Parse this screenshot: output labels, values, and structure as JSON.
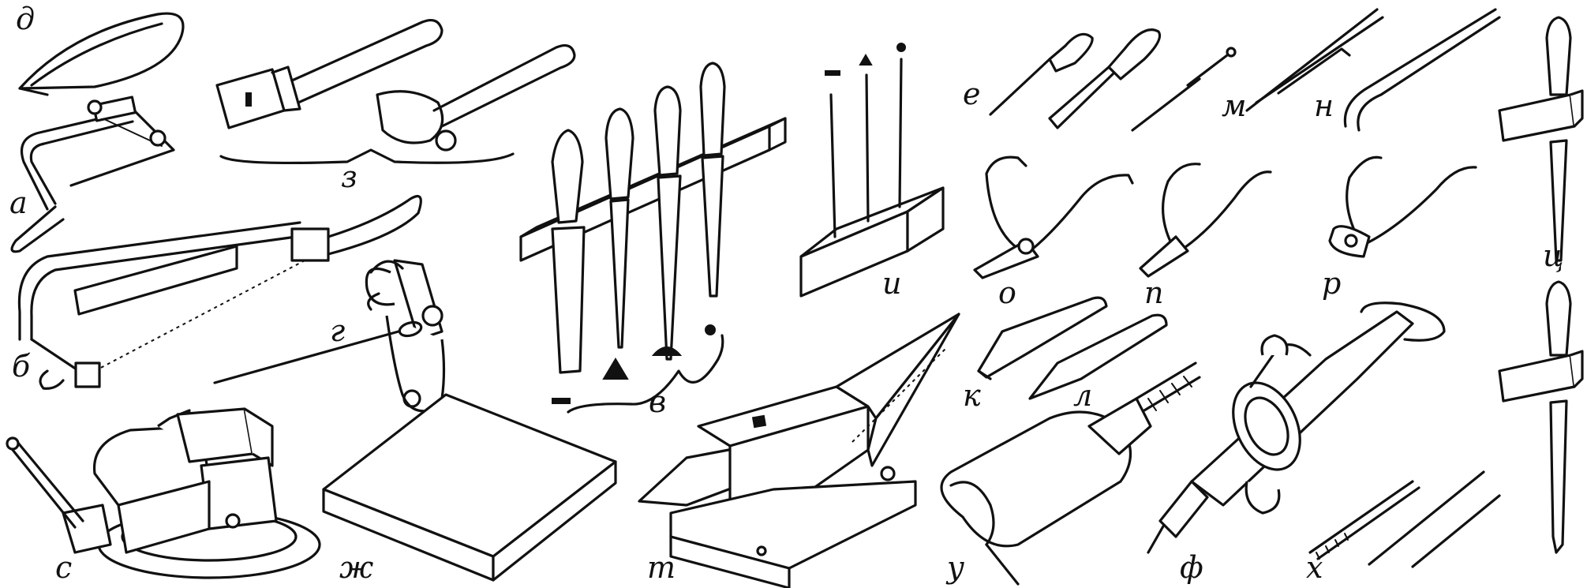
{
  "labels": {
    "d": "д",
    "a": "а",
    "b": "б",
    "z": "з",
    "g": "г",
    "v": "в",
    "i": "и",
    "e": "е",
    "m": "м",
    "n": "н",
    "ts": "ц",
    "o": "о",
    "p": "п",
    "r": "р",
    "k": "к",
    "l": "л",
    "s": "с",
    "zh": "ж",
    "t": "т",
    "u": "у",
    "f": "ф",
    "kh": "х"
  },
  "colors": {
    "ink": "#111111",
    "paper": "#ffffff"
  },
  "file_profile_marks": [
    "flat",
    "triangle",
    "half-round",
    "round"
  ]
}
